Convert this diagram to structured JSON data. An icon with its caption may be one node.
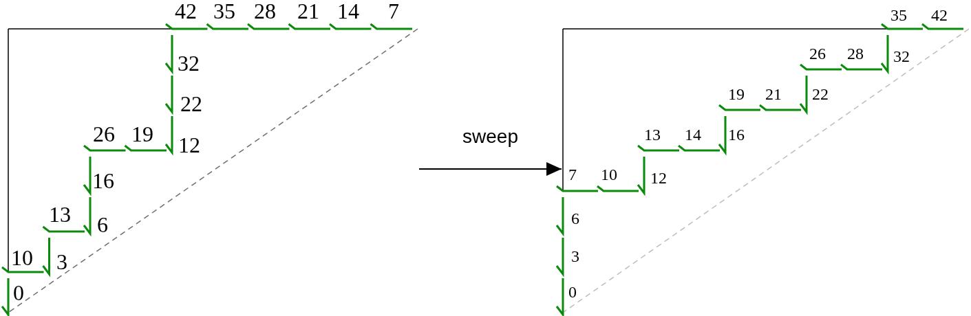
{
  "diagram": {
    "nodes": [
      {
        "text": [],
        "shape": "picture"
      },
      {
        "text": [],
        "shape": "picture"
      }
    ],
    "edges": [
      {
        "from": 0,
        "to": 1,
        "arrow": "to",
        "label": "sweep"
      }
    ],
    "labels": [
      "42",
      "35",
      "28",
      "21",
      "14",
      "7",
      "32",
      "22",
      "26",
      "19",
      "12",
      "16",
      "13",
      "6",
      "10",
      "3",
      "0",
      "35",
      "42",
      "26",
      "28",
      "32",
      "19",
      "21",
      "22",
      "13",
      "14",
      "16",
      "7",
      "10",
      "12",
      "6",
      "3",
      "0"
    ]
  }
}
